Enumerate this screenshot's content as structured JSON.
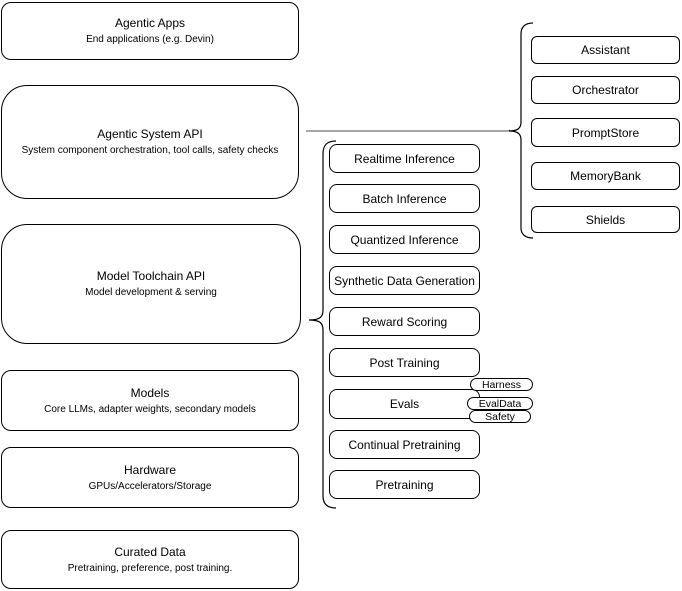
{
  "diagram": {
    "left_stack": [
      {
        "title": "Agentic Apps",
        "subtitle": "End applications (e.g. Devin)"
      },
      {
        "title": "Agentic System API",
        "subtitle": "System component orchestration, tool calls, safety checks"
      },
      {
        "title": "Model Toolchain API",
        "subtitle": "Model development & serving"
      },
      {
        "title": "Models",
        "subtitle": "Core LLMs, adapter weights, secondary models"
      },
      {
        "title": "Hardware",
        "subtitle": "GPUs/Accelerators/Storage"
      },
      {
        "title": "Curated Data",
        "subtitle": "Pretraining, preference, post training."
      }
    ],
    "toolchain_items": [
      {
        "label": "Realtime Inference"
      },
      {
        "label": "Batch Inference"
      },
      {
        "label": "Quantized Inference"
      },
      {
        "label": "Synthetic Data Generation"
      },
      {
        "label": "Reward Scoring"
      },
      {
        "label": "Post Training"
      },
      {
        "label": "Evals"
      },
      {
        "label": "Continual Pretraining"
      },
      {
        "label": "Pretraining"
      }
    ],
    "eval_tags": [
      {
        "label": "Harness"
      },
      {
        "label": "EvalData"
      },
      {
        "label": "Safety"
      }
    ],
    "system_components": [
      {
        "label": "Assistant"
      },
      {
        "label": "Orchestrator"
      },
      {
        "label": "PromptStore"
      },
      {
        "label": "MemoryBank"
      },
      {
        "label": "Shields"
      }
    ]
  },
  "colors": {
    "box_border": "#000000",
    "box_fill": "#ffffff",
    "connector": "#8a8a8a",
    "brace": "#000000"
  }
}
